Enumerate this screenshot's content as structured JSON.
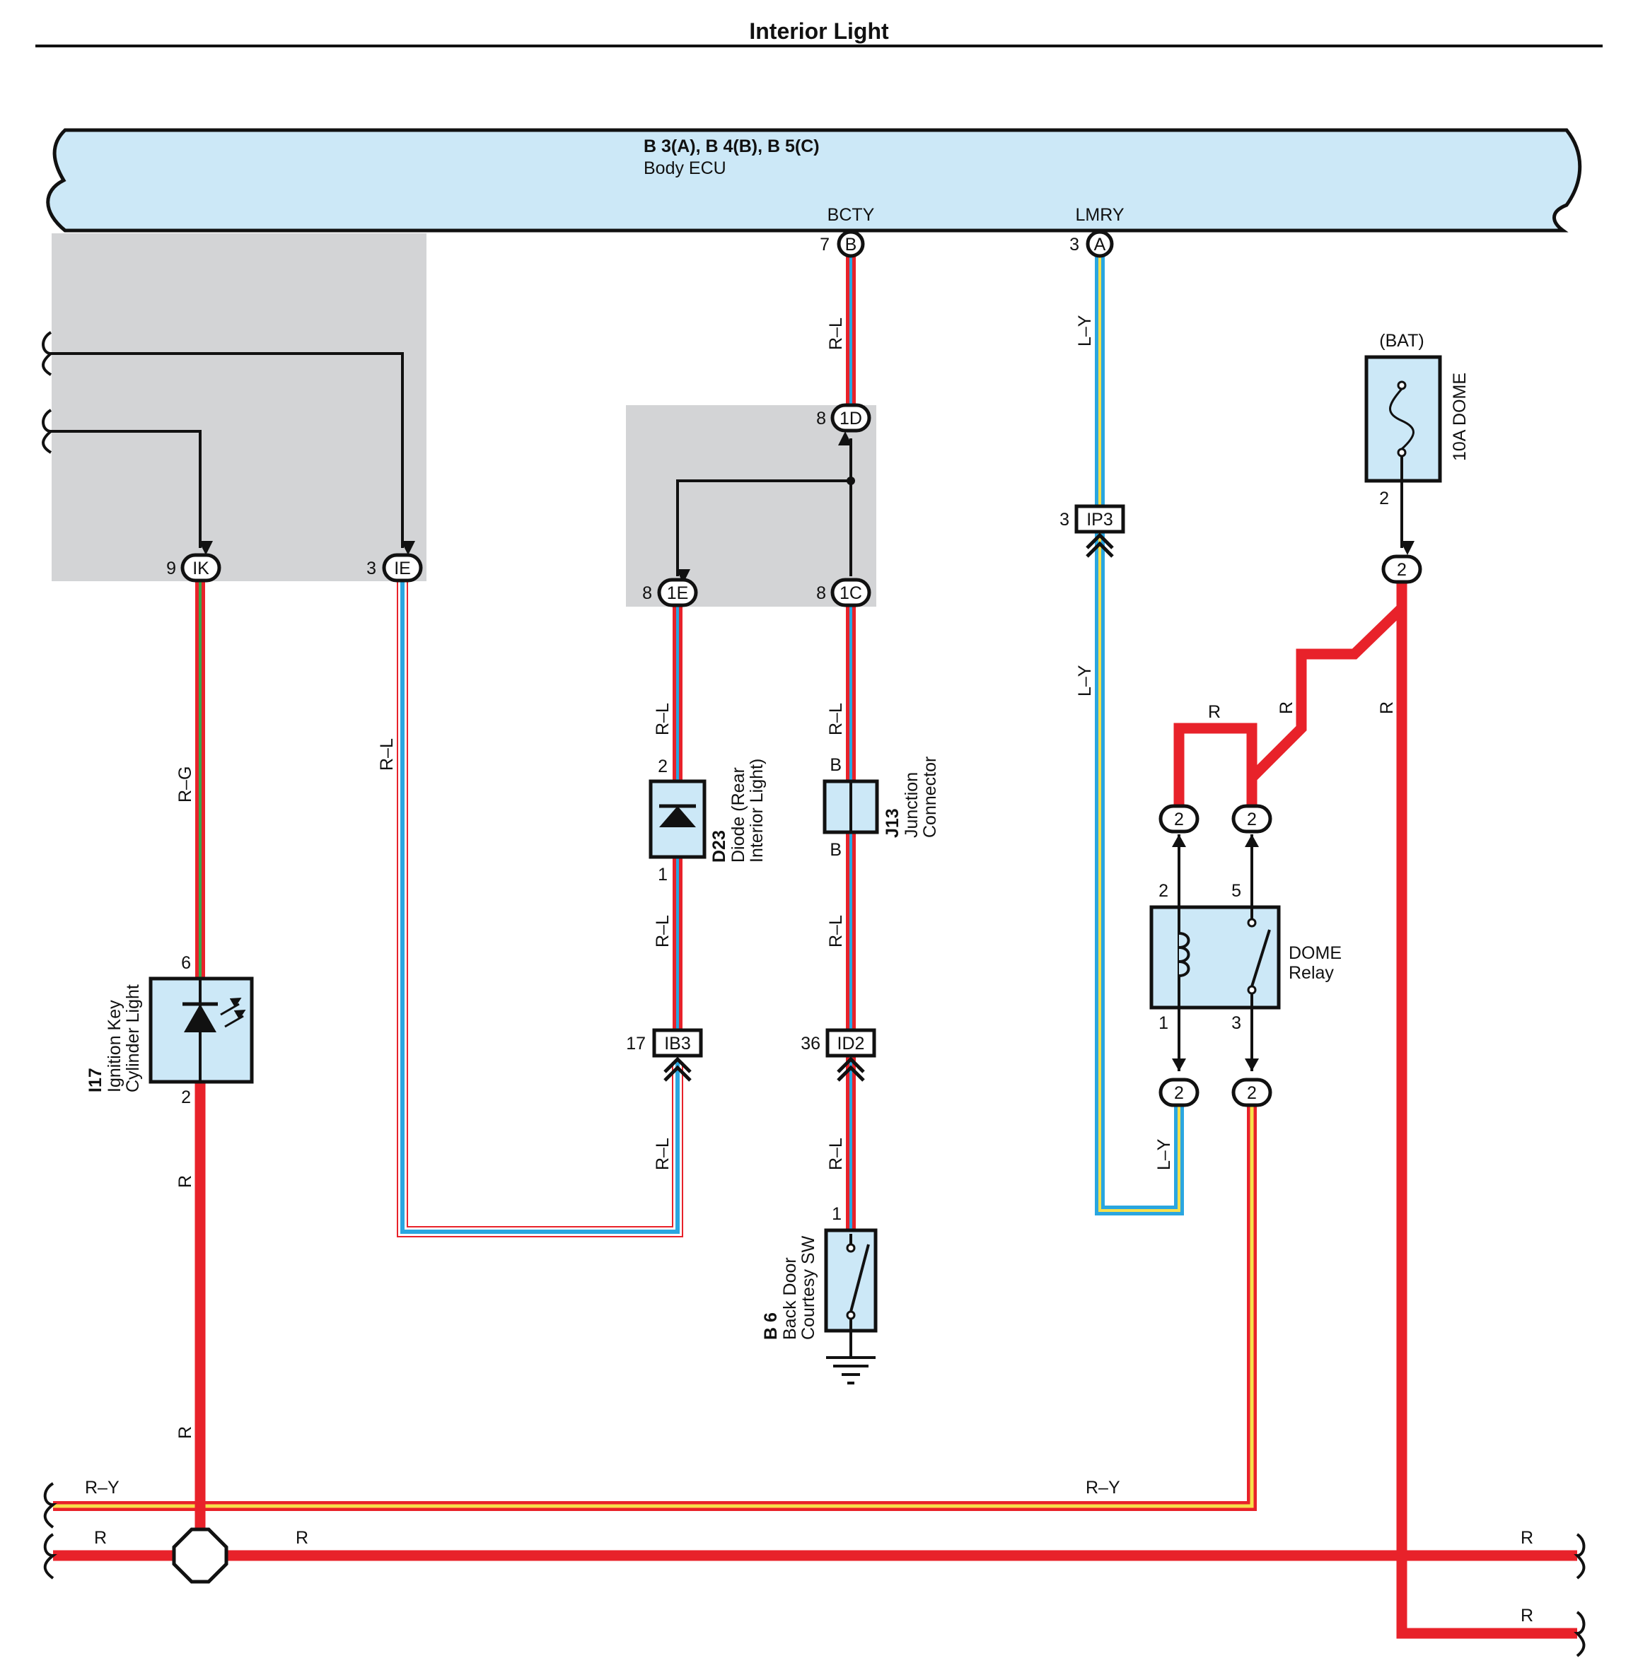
{
  "title": "Interior Light",
  "ecu": {
    "line1": "B 3(A), B 4(B), B 5(C)",
    "line2": "Body ECU",
    "pin_bcty": "BCTY",
    "pin_lmry": "LMRY"
  },
  "connectors": {
    "ecu_b": "B",
    "ecu_b_pin": "7",
    "ecu_a": "A",
    "ecu_a_pin": "3",
    "ik": "IK",
    "ik_pin": "9",
    "ie": "IE",
    "ie_pin": "3",
    "c1d": "1D",
    "c1d_pin": "8",
    "c1e": "1E",
    "c1e_pin": "8",
    "c1c": "1C",
    "c1c_pin": "8",
    "ip3": "IP3",
    "ip3_pin": "3",
    "ib3": "IB3",
    "ib3_pin": "17",
    "id2": "ID2",
    "id2_pin": "36",
    "two": "2"
  },
  "wire_labels": {
    "rl": "R–L",
    "ly": "L–Y",
    "rg": "R–G",
    "r": "R",
    "ry": "R–Y"
  },
  "components": {
    "fuse": {
      "supply": "(BAT)",
      "name": "10A DOME",
      "pin": "2"
    },
    "diode": {
      "code": "D23",
      "name1": "Diode (Rear",
      "name2": "Interior Light)",
      "pin_in": "2",
      "pin_out": "1"
    },
    "junction": {
      "code": "J13",
      "name1": "Junction",
      "name2": "Connector",
      "pin_top": "B",
      "pin_bot": "B"
    },
    "ign_light": {
      "code": "I17",
      "name1": "Ignition Key",
      "name2": "Cylinder Light",
      "pin_top": "6",
      "pin_bot": "2"
    },
    "courtesy_sw": {
      "code": "B 6",
      "name1": "Back Door",
      "name2": "Courtesy SW",
      "pin": "1"
    },
    "relay": {
      "name1": "DOME",
      "name2": "Relay",
      "pin2": "2",
      "pin5": "5",
      "pin1": "1",
      "pin3": "3"
    }
  },
  "colors": {
    "ecu_fill": "#cce8f7",
    "shade": "#d3d4d6",
    "red": "#e8222a",
    "blue": "#2aa6e0",
    "yellow": "#f7e04b",
    "green": "#3aa64a",
    "comp_fill": "#cce8f7"
  }
}
